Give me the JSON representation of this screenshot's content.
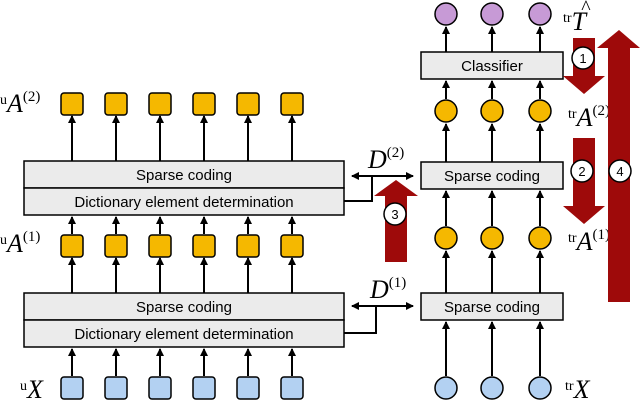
{
  "colors": {
    "input_node": "#b3d1f2",
    "code_node": "#f5b800",
    "output_node": "#c79ad6",
    "box_fill": "#ebebeb",
    "arrow_red": "#9e0a0a",
    "stroke": "#000000"
  },
  "boxes": {
    "upper_sparse_coding": "Sparse coding",
    "upper_dictionary": "Dictionary element determination",
    "lower_sparse_coding": "Sparse coding",
    "lower_dictionary": "Dictionary element determination",
    "right_upper_sparse_coding": "Sparse coding",
    "right_lower_sparse_coding": "Sparse coding",
    "classifier": "Classifier"
  },
  "labels": {
    "u_A2": {
      "pre": "u",
      "base": "A",
      "sup": "(2)"
    },
    "u_A1": {
      "pre": "u",
      "base": "A",
      "sup": "(1)"
    },
    "u_X": {
      "pre": "u",
      "base": "X"
    },
    "D2": {
      "base": "D",
      "sup": "(2)"
    },
    "D1": {
      "base": "D",
      "sup": "(1)"
    },
    "tr_T": {
      "pre": "tr",
      "base": "T",
      "accent": "^"
    },
    "tr_A2": {
      "pre": "tr",
      "base": "A",
      "sup": "(2)"
    },
    "tr_A1": {
      "pre": "tr",
      "base": "A",
      "sup": "(1)"
    },
    "tr_X": {
      "pre": "tr",
      "base": "X"
    }
  },
  "steps": [
    "1",
    "2",
    "3",
    "4"
  ]
}
